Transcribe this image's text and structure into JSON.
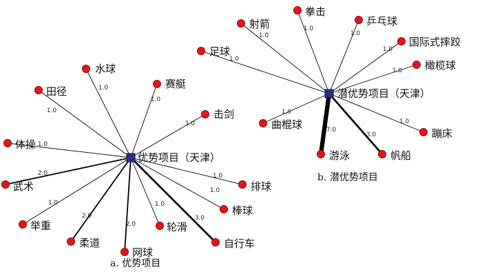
{
  "colors": {
    "node_fill": "#e3141b",
    "node_stroke": "#7a0a0a",
    "hub_fill": "#2b2f86",
    "hub_stroke": "#10124a",
    "edge": "#000000"
  },
  "networks": [
    {
      "id": "a",
      "caption": "a. 优势项目",
      "hub": {
        "label": "优势项目（天津）"
      },
      "nodes": [
        {
          "label": "水球",
          "weight": "1.0"
        },
        {
          "label": "赛艇",
          "weight": "1.0"
        },
        {
          "label": "田径",
          "weight": "1.0"
        },
        {
          "label": "击剑",
          "weight": "1.0"
        },
        {
          "label": "体操",
          "weight": "1.0"
        },
        {
          "label": "武术",
          "weight": "2.0"
        },
        {
          "label": "排球",
          "weight": "1.0"
        },
        {
          "label": "举重",
          "weight": "1.0"
        },
        {
          "label": "棒球",
          "weight": "1.0"
        },
        {
          "label": "柔道",
          "weight": "2.0"
        },
        {
          "label": "轮滑",
          "weight": "1.0"
        },
        {
          "label": "自行车",
          "weight": "3.0"
        },
        {
          "label": "网球",
          "weight": "2.0"
        }
      ]
    },
    {
      "id": "b",
      "caption": "b. 潜优势项目",
      "hub": {
        "label": "潜优势项目（天津）"
      },
      "nodes": [
        {
          "label": "射箭",
          "weight": "1.0"
        },
        {
          "label": "拳击",
          "weight": "1.0"
        },
        {
          "label": "乒乓球",
          "weight": "1.0"
        },
        {
          "label": "国际式摔跤",
          "weight": "1.0"
        },
        {
          "label": "足球",
          "weight": "1.0"
        },
        {
          "label": "橄榄球",
          "weight": "1.0"
        },
        {
          "label": "曲棍球",
          "weight": "1.0"
        },
        {
          "label": "蹦床",
          "weight": "1.0"
        },
        {
          "label": "游泳",
          "weight": "7.0"
        },
        {
          "label": "帆船",
          "weight": "3.0"
        }
      ]
    }
  ]
}
